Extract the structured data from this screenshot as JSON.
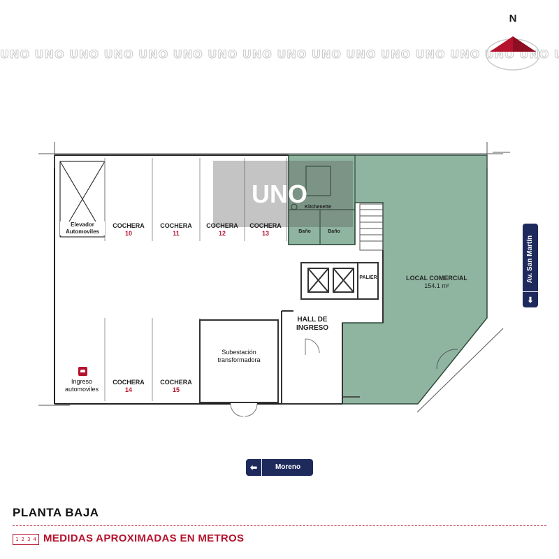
{
  "watermark": {
    "repeat_text": "UNO UNO UNO UNO UNO UNO UNO UNO UNO UNO UNO UNO UNO UNO UNO UNO UNO UNO UNO UNO UNO UNO UNO UNO UNO",
    "logo_text": "UNO"
  },
  "compass": {
    "letter": "N"
  },
  "rooms": {
    "elevador": "Elevador\nAutomoviles",
    "cocheras": [
      {
        "label": "COCHERA",
        "number": "10"
      },
      {
        "label": "COCHERA",
        "number": "11"
      },
      {
        "label": "COCHERA",
        "number": "12"
      },
      {
        "label": "COCHERA",
        "number": "13"
      },
      {
        "label": "COCHERA",
        "number": "14"
      },
      {
        "label": "COCHERA",
        "number": "15"
      }
    ],
    "kitchenette": "Kitchenette",
    "bano_1": "Baño",
    "bano_2": "Baño",
    "palier": "PALIER",
    "local": {
      "name": "LOCAL COMERCIAL",
      "area": "154.1 m²"
    },
    "hall": "HALL DE\nINGRESO",
    "subestacion": "Subestación\ntransformadora",
    "ingreso": "Ingreso\nautomoviles"
  },
  "streets": {
    "bottom": {
      "name": "Moreno",
      "arrow": "⬅"
    },
    "right": {
      "name": "Av. San Martín",
      "arrow": "⬇"
    }
  },
  "footer": {
    "title": "PLANTA BAJA",
    "scale_icon": "1 2 3 4",
    "subtitle": "MEDIDAS APROXIMADAS EN METROS"
  },
  "colors": {
    "local_fill": "#8fb5a0",
    "accent": "#b5122d",
    "street_tag": "#1f2a5c"
  }
}
